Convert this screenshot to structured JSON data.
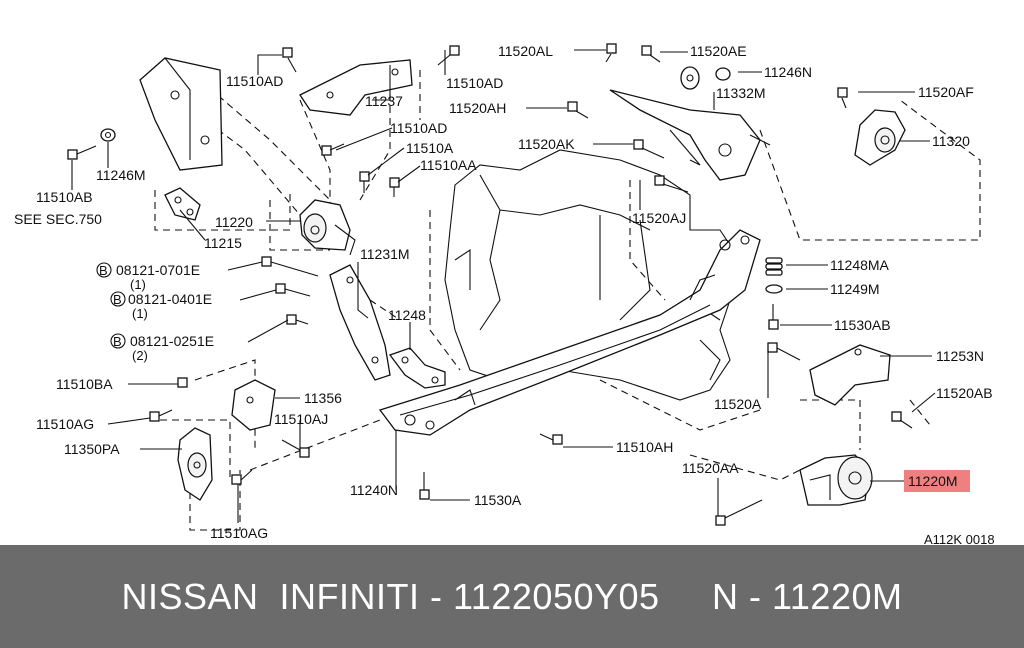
{
  "labels": {
    "p11510AD_a": "11510AD",
    "p11237": "11237",
    "p11510AD_b": "11510AD",
    "p11520AL": "11520AL",
    "p11520AE": "11520AE",
    "p11246N": "11246N",
    "p11332M": "11332M",
    "p11520AH": "11520AH",
    "p11520AF": "11520AF",
    "p11510AD_c": "11510AD",
    "p11510A": "11510A",
    "p11510AA": "11510AA",
    "p11520AK": "11520AK",
    "p11320": "11320",
    "p11246M": "11246M",
    "p11510AB": "11510AB",
    "see_sec": "SEE SEC.750",
    "p11220": "11220",
    "p11215": "11215",
    "p11520AJ": "11520AJ",
    "p11231M": "11231M",
    "b1": "08121-0701E",
    "b1q": "(1)",
    "b2": "08121-0401E",
    "b2q": "(1)",
    "b3": "08121-0251E",
    "b3q": "(2)",
    "b_circle": "B",
    "p11248": "11248",
    "p11248MA": "11248MA",
    "p11249M": "11249M",
    "p11530AB": "11530AB",
    "p11253N": "11253N",
    "p11510BA": "11510BA",
    "p11356": "11356",
    "p11510AG_a": "11510AG",
    "p11510AJ": "11510AJ",
    "p11350PA": "11350PA",
    "p11520A": "11520A",
    "p11520AB": "11520AB",
    "p11510AH": "11510AH",
    "p11520AA": "11520AA",
    "p11220M": "11220M",
    "p11240N": "11240N",
    "p11530A": "11530A",
    "p11510AG_b": "11510AG",
    "ref_code": "A112K 0018"
  },
  "footer": {
    "text": "NISSAN  INFINITI - 1122050Y05     N - 11220M"
  },
  "colors": {
    "highlight": "#f08080",
    "footer_bg": "#6b6b6b",
    "footer_text": "#ffffff"
  }
}
